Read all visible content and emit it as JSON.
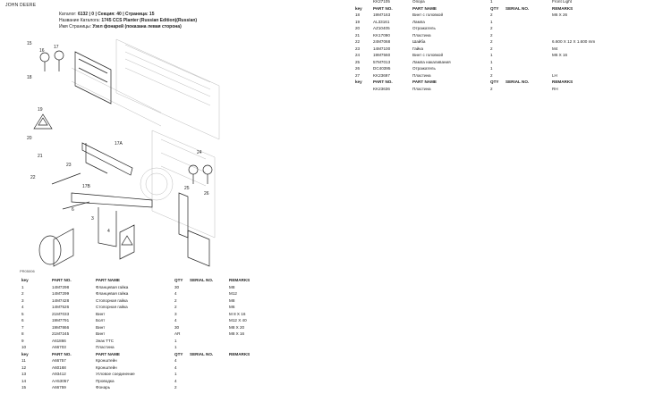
{
  "header": {
    "brand": "JOHN DEERE",
    "catalog_label": "Каталог:",
    "catalog_value": "6132 | 0 | Секция: 40 | Страница: 15",
    "catalog_name_label": "Название Каталога:",
    "catalog_name_value": "1745 CCS Planter (Russian Edition)(Russian)",
    "page_name_label": "Имя Страницы:",
    "page_name_value": "Узел фонарей (показана левая сторона)"
  },
  "diagram": {
    "figure_code": "PR05006",
    "callouts": [
      "15",
      "16",
      "17",
      "18",
      "19",
      "20",
      "21",
      "22",
      "23",
      "24",
      "25",
      "26",
      "17A",
      "17B",
      "6",
      "3",
      "4"
    ],
    "icons": [
      "reflector-bracket-icon",
      "warning-triangle-icon",
      "lamp-icon",
      "smv-sign-icon"
    ]
  },
  "left_table": {
    "headers": [
      "key",
      "PART NO.",
      "PART NAME",
      "QTY",
      "SERIAL NO.",
      "REMARKS"
    ],
    "rows": [
      [
        "1",
        "14M7298",
        "Фланцевая гайка",
        "30",
        "",
        "M8"
      ],
      [
        "2",
        "14M7299",
        "Фланцевая гайка",
        "4",
        "",
        "M12"
      ],
      [
        "3",
        "14M7428",
        "Стопорная гайка",
        "2",
        "",
        "M8"
      ],
      [
        "4",
        "14M7526",
        "Стопорная гайка",
        "2",
        "",
        "M6"
      ],
      [
        "5",
        "21M7033",
        "Винт",
        "3",
        "",
        "M 8 X 16"
      ],
      [
        "6",
        "19M7791",
        "Болт",
        "4",
        "",
        "M12 X 40"
      ],
      [
        "7",
        "19M7866",
        "Винт",
        "30",
        "",
        "M8 X 20"
      ],
      [
        "8",
        "21M7245",
        "Винт",
        "AR",
        "",
        "M8 X 16"
      ],
      [
        "9",
        "A61866",
        "Знак ТТС",
        "1",
        "",
        ""
      ],
      [
        "10",
        "A66703",
        "Пластина",
        "1",
        "",
        ""
      ]
    ],
    "headers2": [
      "key",
      "PART NO.",
      "PART NAME",
      "QTY",
      "SERIAL NO.",
      "REMARKS"
    ],
    "rows2": [
      [
        "11",
        "A66757",
        "Кронштейн",
        "4",
        "",
        ""
      ],
      [
        "12",
        "A60168",
        "Кронштейн",
        "4",
        "",
        ""
      ],
      [
        "13",
        "A93412",
        "Угловое соединение",
        "1",
        "",
        ""
      ],
      [
        "14",
        "AA53057",
        "Проводка",
        "4",
        "",
        ""
      ],
      [
        "15",
        "A66759",
        "Фонарь",
        "2",
        "",
        ""
      ]
    ]
  },
  "right_table": {
    "top_row": [
      "",
      "KK27105",
      "Опора",
      "1",
      "",
      "Front Light"
    ],
    "headers": [
      "key",
      "PART NO.",
      "PART NAME",
      "QTY",
      "SERIAL NO.",
      "REMARKS"
    ],
    "rows": [
      [
        "18",
        "19M7163",
        "Винт с головкой",
        "2",
        "",
        "M6 X 26"
      ],
      [
        "19",
        "AL33161",
        "Лампа",
        "1",
        "",
        ""
      ],
      [
        "20",
        "AZ10405",
        "Отражатель",
        "2",
        "",
        ""
      ],
      [
        "21",
        "KK17090",
        "Пластина",
        "2",
        "",
        ""
      ],
      [
        "22",
        "24M7068",
        "Шайба",
        "2",
        "",
        "6.600 X 12 X 1.600 mm"
      ],
      [
        "23",
        "14M7100",
        "Гайка",
        "2",
        "",
        "M4"
      ],
      [
        "24",
        "19M7560",
        "Винт с головкой",
        "1",
        "",
        "M6 X 16"
      ],
      [
        "25",
        "57M7013",
        "Лампа накаливания",
        "1",
        "",
        ""
      ],
      [
        "26",
        "DC40395",
        "Отражатель",
        "1",
        "",
        ""
      ],
      [
        "27",
        "KK23697",
        "Пластина",
        "2",
        "",
        "LH"
      ]
    ],
    "headers2": [
      "key",
      "PART NO.",
      "PART NAME",
      "QTY",
      "SERIAL NO.",
      "REMARKS"
    ],
    "rows2": [
      [
        "",
        "KK23636",
        "Пластина",
        "2",
        "",
        "RH"
      ]
    ]
  }
}
